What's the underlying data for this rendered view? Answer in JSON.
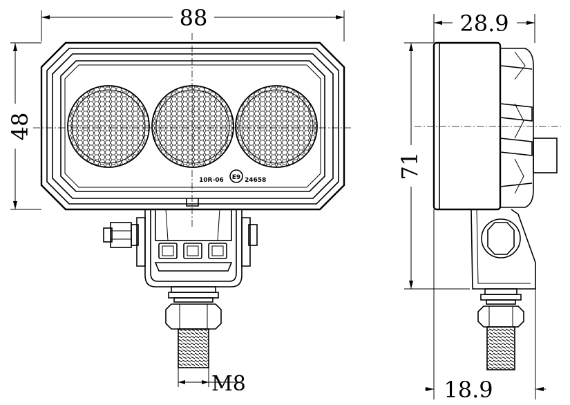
{
  "front_view": {
    "dim_width": "88",
    "dim_height": "48",
    "dim_thread": "M8",
    "lens_marks": {
      "approval_code": "10R-06",
      "e_mark": "E9",
      "approval_number": "24658"
    }
  },
  "side_view": {
    "dim_depth": "28.9",
    "dim_total_height": "71",
    "dim_bracket_depth": "18.9"
  }
}
